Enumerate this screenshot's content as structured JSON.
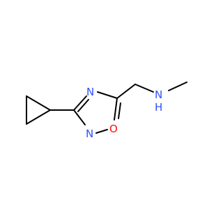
{
  "molecule": {
    "atoms": [
      {
        "id": "n_ring_top",
        "label": "N",
        "color": "#3050F8"
      },
      {
        "id": "n_ring_bottom",
        "label": "N",
        "color": "#3050F8"
      },
      {
        "id": "o_ring",
        "label": "O",
        "color": "#FF0D0D"
      },
      {
        "id": "n_amine",
        "label": "N",
        "color": "#3050F8"
      },
      {
        "id": "h_amine",
        "label": "H",
        "color": "#3050F8"
      }
    ],
    "bond_color": "#000000"
  }
}
